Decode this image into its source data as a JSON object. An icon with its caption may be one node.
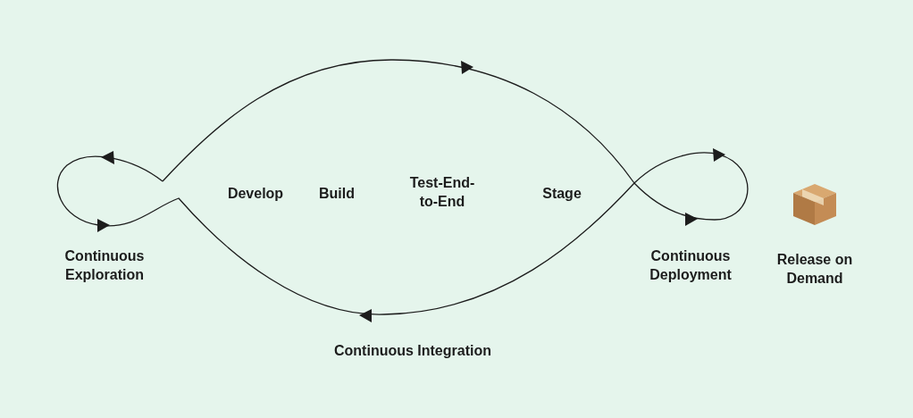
{
  "diagram": {
    "labels": [
      "Continuous Exploration",
      "Develop",
      "Build",
      "Test-End-to-End",
      "Stage",
      "Continuous Deployment",
      "Release on Demand",
      "Continuous Integration"
    ]
  }
}
